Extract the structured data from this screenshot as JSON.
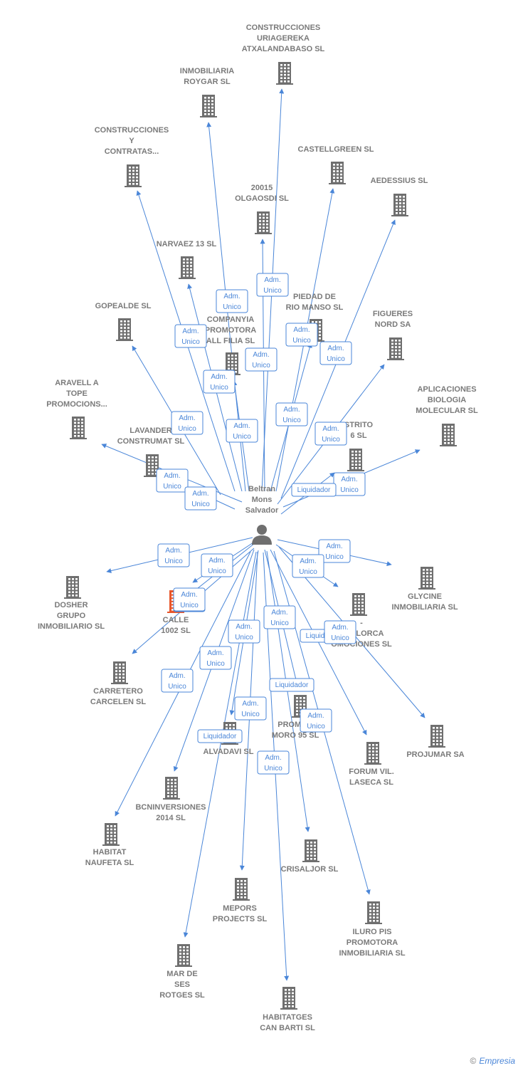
{
  "colors": {
    "edge": "#4a86d8",
    "building": "#6f6f6f",
    "highlight": "#e8562b",
    "label": "#7a7a7a"
  },
  "center": {
    "lines": [
      "Beltran",
      "Mons",
      "Salvador"
    ],
    "icon": "person-icon"
  },
  "companies": [
    {
      "id": "c1",
      "lines": [
        "CONSTRUCCIONES",
        "URIAGEREKA",
        "ATXALANDABASO SL"
      ],
      "icon": "building-icon"
    },
    {
      "id": "c2",
      "lines": [
        "INMOBILIARIA",
        "ROYGAR SL"
      ],
      "icon": "building-icon"
    },
    {
      "id": "c3",
      "lines": [
        "CONSTRUCCIONES",
        "Y",
        "CONTRATAS..."
      ],
      "icon": "building-icon"
    },
    {
      "id": "c4",
      "lines": [
        "CASTELLGREEN SL"
      ],
      "icon": "building-icon"
    },
    {
      "id": "c5",
      "lines": [
        "AEDESSIUS SL"
      ],
      "icon": "building-icon"
    },
    {
      "id": "c6",
      "lines": [
        "20015",
        "OLGAOSDI SL"
      ],
      "icon": "building-icon"
    },
    {
      "id": "c7",
      "lines": [
        "NARVAEZ 13 SL"
      ],
      "icon": "building-icon"
    },
    {
      "id": "c8",
      "lines": [
        "PIEDAD DE",
        "RIO MANSO SL"
      ],
      "icon": "building-icon"
    },
    {
      "id": "c9",
      "lines": [
        "GOPEALDE SL"
      ],
      "icon": "building-icon"
    },
    {
      "id": "c10",
      "lines": [
        "COMPANYIA",
        "PROMOTORA",
        "ALL FILIA SL"
      ],
      "icon": "building-icon"
    },
    {
      "id": "c11",
      "lines": [
        "FIGUERES",
        "NORD SA"
      ],
      "icon": "building-icon"
    },
    {
      "id": "c12",
      "lines": [
        "ARAVELL A",
        "TOPE",
        "PROMOCIONS..."
      ],
      "icon": "building-icon"
    },
    {
      "id": "c13",
      "lines": [
        "APLICACIONES",
        "BIOLOGIA",
        "MOLECULAR SL"
      ],
      "icon": "building-icon"
    },
    {
      "id": "c14",
      "lines": [
        "LAVANDER",
        "CONSTRUMAT SL"
      ],
      "icon": "building-icon"
    },
    {
      "id": "c15",
      "lines": [
        "STRITO",
        "6 SL"
      ],
      "icon": "building-icon"
    },
    {
      "id": "c16",
      "lines": [
        "DOSHER",
        "GRUPO",
        "INMOBILIARIO SL"
      ],
      "icon": "building-icon"
    },
    {
      "id": "c17",
      "lines": [
        "CALLE",
        "1002  SL"
      ],
      "icon": "building-icon",
      "highlight": true
    },
    {
      "id": "c18",
      "lines": [
        "GLYCINE",
        "INMOBILIARIA SL"
      ],
      "icon": "building-icon"
    },
    {
      "id": "c19",
      "lines": [
        "-",
        "MALLORCA",
        "OMOCIONES SL"
      ],
      "icon": "building-icon"
    },
    {
      "id": "c20",
      "lines": [
        "CARRETERO",
        "CARCELEN  SL"
      ],
      "icon": "building-icon"
    },
    {
      "id": "c21",
      "lines": [
        "PROMOC",
        "MORO 95 SL"
      ],
      "icon": "building-icon"
    },
    {
      "id": "c22",
      "lines": [
        "ALVADAVI SL"
      ],
      "icon": "building-icon"
    },
    {
      "id": "c23",
      "lines": [
        "FORUM VIL.",
        "LASECA SL"
      ],
      "icon": "building-icon"
    },
    {
      "id": "c24",
      "lines": [
        "PROJUMAR SA"
      ],
      "icon": "building-icon"
    },
    {
      "id": "c25",
      "lines": [
        "BCNINVERSIONES",
        "2014  SL"
      ],
      "icon": "building-icon"
    },
    {
      "id": "c26",
      "lines": [
        "HABITAT",
        "NAUFETA SL"
      ],
      "icon": "building-icon"
    },
    {
      "id": "c27",
      "lines": [
        "CRISALJOR SL"
      ],
      "icon": "building-icon"
    },
    {
      "id": "c28",
      "lines": [
        "MEPORS",
        "PROJECTS SL"
      ],
      "icon": "building-icon"
    },
    {
      "id": "c29",
      "lines": [
        "ILURO PIS",
        "PROMOTORA",
        "INMOBILIARIA SL"
      ],
      "icon": "building-icon"
    },
    {
      "id": "c30",
      "lines": [
        "MAR DE",
        "SES",
        "ROTGES SL"
      ],
      "icon": "building-icon"
    },
    {
      "id": "c31",
      "lines": [
        "HABITATGES",
        "CAN BARTI SL"
      ],
      "icon": "building-icon"
    }
  ],
  "roles": [
    {
      "lines": [
        "Adm.",
        "Unico"
      ]
    },
    {
      "lines": [
        "Adm.",
        "Unico"
      ]
    },
    {
      "lines": [
        "Adm.",
        "Unico"
      ]
    },
    {
      "lines": [
        "Adm.",
        "Unico"
      ]
    },
    {
      "lines": [
        "Adm.",
        "Unico"
      ]
    },
    {
      "lines": [
        "Adm.",
        "Unico"
      ]
    },
    {
      "lines": [
        "Adm.",
        "Unico"
      ]
    },
    {
      "lines": [
        "Adm.",
        "Unico"
      ]
    },
    {
      "lines": [
        "Adm.",
        "Unico"
      ]
    },
    {
      "lines": [
        "Adm.",
        "Unico"
      ]
    },
    {
      "lines": [
        "Adm.",
        "Unico"
      ]
    },
    {
      "lines": [
        "Adm.",
        "Unico"
      ]
    },
    {
      "lines": [
        "Adm.",
        "Unico"
      ]
    },
    {
      "lines": [
        "Adm.",
        "Unico"
      ]
    },
    {
      "lines": [
        "Liquidador"
      ]
    },
    {
      "lines": [
        "Adm.",
        "Unico"
      ]
    },
    {
      "lines": [
        "Adm.",
        "Unico"
      ]
    },
    {
      "lines": [
        "Adm.",
        "Unico"
      ]
    },
    {
      "lines": [
        "Adm.",
        "Unico"
      ]
    },
    {
      "lines": [
        "Adm.",
        "Unico"
      ]
    },
    {
      "lines": [
        "Adm.",
        "Unico"
      ]
    },
    {
      "lines": [
        "Adm.",
        "Unico"
      ]
    },
    {
      "lines": [
        "Liquidador"
      ]
    },
    {
      "lines": [
        "Adm.",
        "Unico"
      ]
    },
    {
      "lines": [
        "Adm.",
        "Unico"
      ]
    },
    {
      "lines": [
        "Adm.",
        "Unico"
      ]
    },
    {
      "lines": [
        "Liquidador"
      ]
    },
    {
      "lines": [
        "Adm.",
        "Unico"
      ]
    },
    {
      "lines": [
        "Adm.",
        "Unico"
      ]
    },
    {
      "lines": [
        "Liquidador"
      ]
    },
    {
      "lines": [
        "Adm.",
        "Unico"
      ]
    },
    {
      "lines": [
        "Adm.",
        "Unico"
      ]
    }
  ],
  "footer": {
    "copyright": "©",
    "brand": "Empresia"
  }
}
